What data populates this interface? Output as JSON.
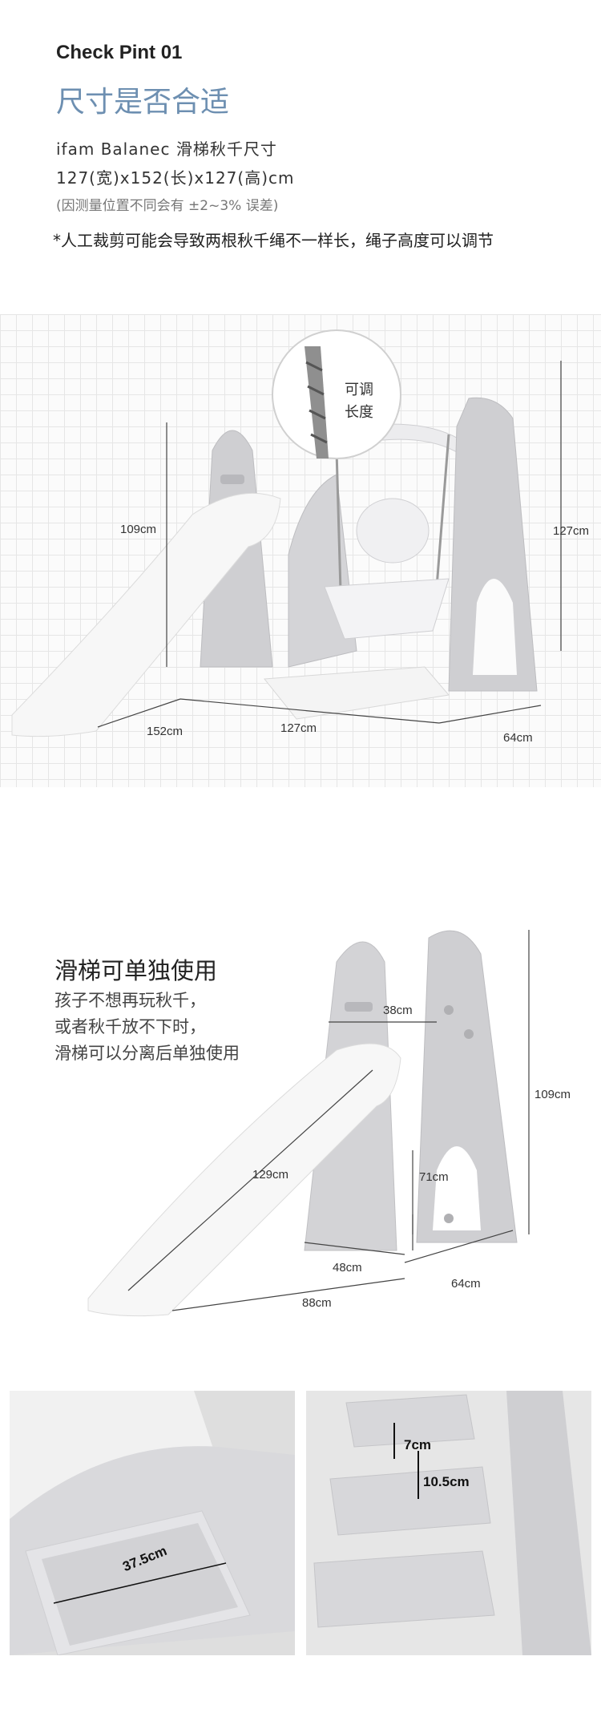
{
  "header": {
    "title_en": "Check Pint 01",
    "title_cn": "尺寸是否合适"
  },
  "spec": {
    "name": "ifam Balanec 滑梯秋千尺寸",
    "size": "127(宽)x152(长)x127(高)cm",
    "tolerance": "(因测量位置不同会有 ±2~3% 误差)"
  },
  "note": "*人工裁剪可能会导致两根秋千绳不一样长，绳子高度可以调节",
  "combo": {
    "callout": [
      "可调",
      "长度"
    ],
    "dims": {
      "height_left": "109cm",
      "height_right": "127cm",
      "length": "152cm",
      "width": "127cm",
      "depth": "64cm"
    }
  },
  "slide": {
    "title": "滑梯可单独使用",
    "lines": [
      "孩子不想再玩秋千，",
      "或者秋千放不下时，",
      "滑梯可以分离后单独使用"
    ],
    "dims": {
      "top_width": "38cm",
      "slide_length": "129cm",
      "height": "109cm",
      "inner_height": "71cm",
      "base_width": "48cm",
      "depth": "64cm",
      "length": "88cm"
    }
  },
  "photos": {
    "step_width": "37.5cm",
    "step_gap": "7cm",
    "step_height": "10.5cm"
  },
  "colors": {
    "accent": "#6d8fb1",
    "frame_gray": "#cfcfd2",
    "slide_white": "#f7f7f7"
  }
}
